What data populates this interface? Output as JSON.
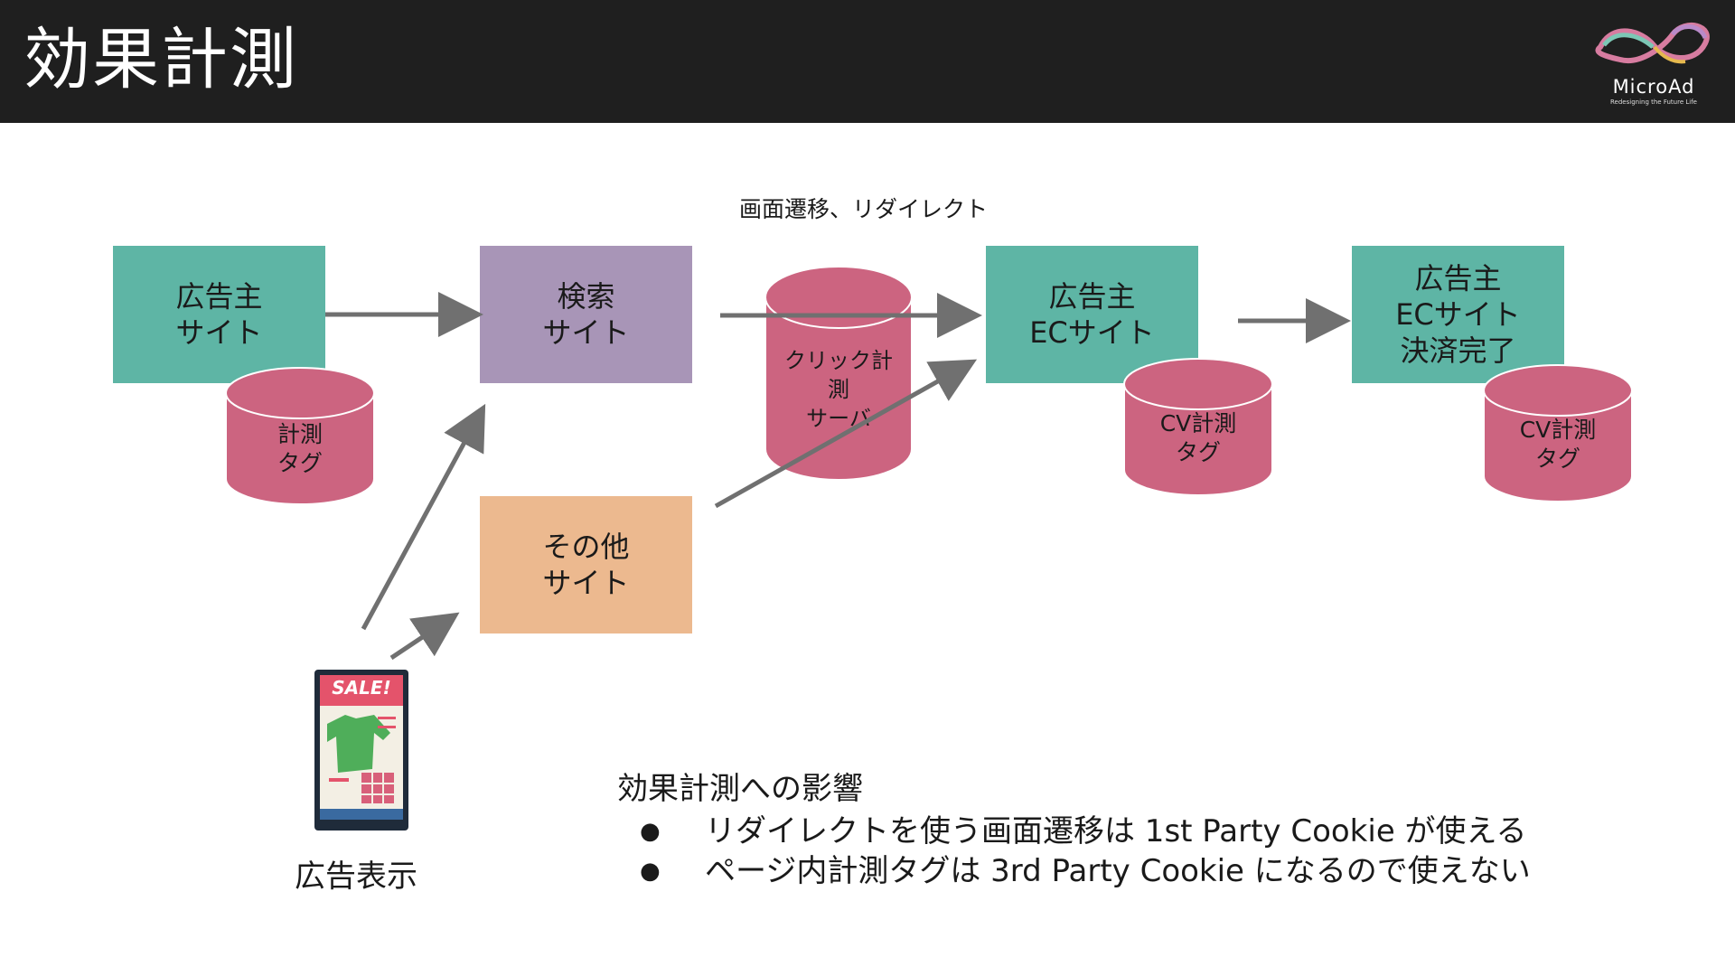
{
  "header": {
    "title": "効果計測",
    "logo_text": "MicroAd",
    "logo_tagline": "Redesigning the Future Life"
  },
  "diagram": {
    "boxes": {
      "advertiser_site": "広告主\nサイト",
      "search_site": "検索\nサイト",
      "other_site": "その他\nサイト",
      "advertiser_ec_site": "広告主\nECサイト",
      "ec_checkout": "広告主\nECサイト\n決済完了"
    },
    "cylinders": {
      "measure_tag": "計測\nタグ",
      "click_server": "クリック計\n測\nサーバ",
      "cv_tag_1": "CV計測\nタグ",
      "cv_tag_2": "CV計測\nタグ"
    },
    "redirect_label": "画面遷移、リダイレクト",
    "ad_display_label": "広告表示",
    "ad_image_text": "SALE!"
  },
  "notes": {
    "title": "効果計測への影響",
    "bullet": "●",
    "items": [
      "リダイレクトを使う画面遷移は 1st Party Cookie が使える",
      "ページ内計測タグは 3rd Party Cookie になるので使えない"
    ]
  },
  "colors": {
    "header_bg": "#1f1f1f",
    "teal": "#5eb5a5",
    "purple": "#a895b7",
    "peach": "#ecb98f",
    "cylinder": "#cc6480",
    "arrow": "#707070"
  }
}
